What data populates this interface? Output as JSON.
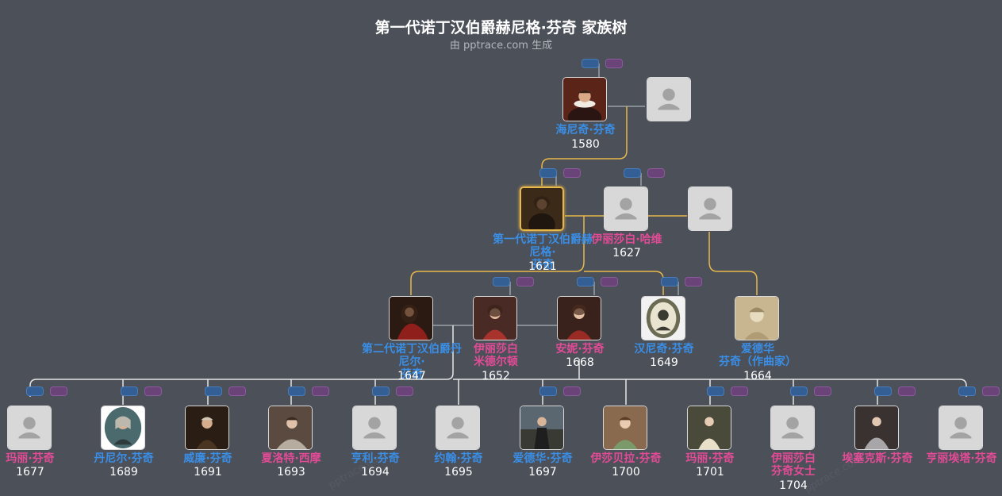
{
  "header": {
    "title": "第一代诺丁汉伯爵赫尼格·芬奇 家族树",
    "subtitle": "由 pptrace.com 生成"
  },
  "people": {
    "p1": {
      "name": "海尼奇·芬奇",
      "year": "1580"
    },
    "p2": {
      "name": "",
      "year": ""
    },
    "p3": {
      "name": "第一代诺丁汉伯爵赫尼格·\n芬奇",
      "year": "1621"
    },
    "p4": {
      "name": "伊丽莎白·哈维",
      "year": "1627"
    },
    "p5": {
      "name": "",
      "year": ""
    },
    "p6": {
      "name": "第二代诺丁汉伯爵丹尼尔·\n芬奇",
      "year": "1647"
    },
    "p7": {
      "name": "伊丽莎白\n米德尔顿",
      "year": "1652"
    },
    "p8": {
      "name": "安妮·芬奇",
      "year": "1668"
    },
    "p9": {
      "name": "汉尼奇·芬奇",
      "year": "1649"
    },
    "p10": {
      "name": "爱德华\n芬奇（作曲家）",
      "year": "1664"
    },
    "c1": {
      "name": "玛丽·芬奇",
      "year": "1677"
    },
    "c2": {
      "name": "丹尼尔·芬奇",
      "year": "1689"
    },
    "c3": {
      "name": "威廉·芬奇",
      "year": "1691"
    },
    "c4": {
      "name": "夏洛特·西摩",
      "year": "1693"
    },
    "c5": {
      "name": "亨利·芬奇",
      "year": "1694"
    },
    "c6": {
      "name": "约翰·芬奇",
      "year": "1695"
    },
    "c7": {
      "name": "爱德华·芬奇",
      "year": "1697"
    },
    "c8": {
      "name": "伊莎贝拉·芬奇",
      "year": "1700"
    },
    "c9": {
      "name": "玛丽·芬奇",
      "year": "1701"
    },
    "c10": {
      "name": "伊丽莎白\n芬奇女士",
      "year": "1704"
    },
    "c11": {
      "name": "埃塞克斯·芬奇",
      "year": ""
    },
    "c12": {
      "name": "亨丽埃塔·芬奇",
      "year": ""
    }
  },
  "watermark": "pptrace.com",
  "colors": {
    "background": "#4b5059",
    "male": "#3a8ee6",
    "female": "#e24b96",
    "gold_line": "#e8b84a",
    "grey_line": "#9aa0a8",
    "white_line": "#e6e6e6"
  }
}
